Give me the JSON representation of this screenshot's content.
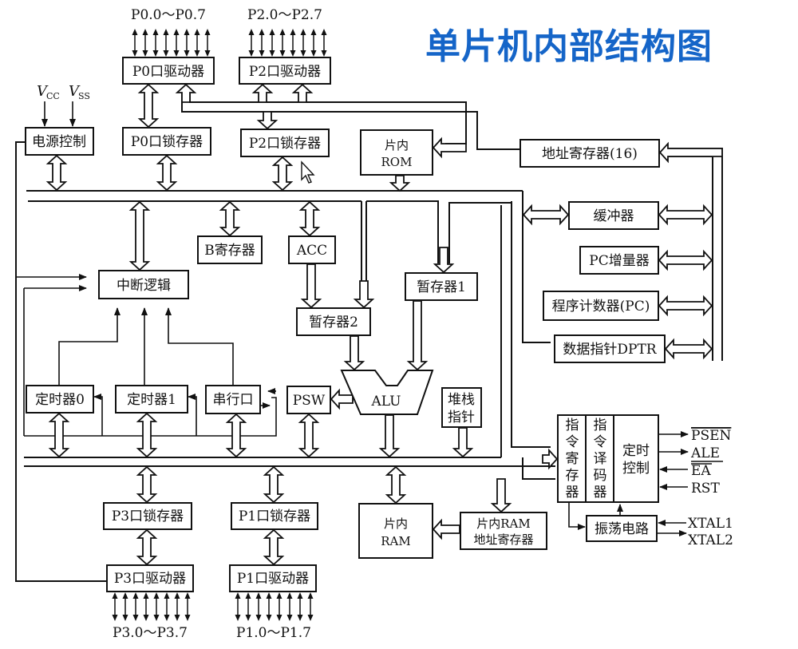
{
  "title": "单片机内部结构图",
  "colors": {
    "title": "#1565c8",
    "line": "#111111",
    "background": "#ffffff"
  },
  "boxes": {
    "p0_driver": "P0口驱动器",
    "p2_driver": "P2口驱动器",
    "p0_latch": "P0口锁存器",
    "p2_latch": "P2口锁存器",
    "power_ctrl": "电源控制",
    "rom": [
      "片内",
      "ROM"
    ],
    "addr_reg": "地址寄存器(16)",
    "buffer": "缓冲器",
    "pc_inc": "PC增量器",
    "pc": "程序计数器(PC)",
    "dptr": "数据指针DPTR",
    "b_reg": "B寄存器",
    "acc": "ACC",
    "tmp1": "暂存器1",
    "tmp2": "暂存器2",
    "int_logic": "中断逻辑",
    "timer0": "定时器0",
    "timer1": "定时器1",
    "serial": "串行口",
    "psw": "PSW",
    "alu": "ALU",
    "sp": [
      "堆栈",
      "指针"
    ],
    "ir": [
      "指",
      "令",
      "寄",
      "存",
      "器"
    ],
    "id": [
      "指",
      "令",
      "译",
      "码",
      "器"
    ],
    "timing": [
      "定时",
      "控制"
    ],
    "osc": "振荡电路",
    "p3_latch": "P3口锁存器",
    "p1_latch": "P1口锁存器",
    "p3_driver": "P3口驱动器",
    "p1_driver": "P1口驱动器",
    "ram": [
      "片内",
      "RAM"
    ],
    "ram_addr": [
      "片内RAM",
      "地址寄存器"
    ]
  },
  "pins": {
    "p0": "P0.0～P0.7",
    "p2": "P2.0～P2.7",
    "p3": "P3.0～P3.7",
    "p1": "P1.0～P1.7",
    "vcc": "V",
    "vcc_sub": "CC",
    "vss": "V",
    "vss_sub": "SS",
    "psen": "PSEN",
    "ale": "ALE",
    "ea": "EA",
    "rst": "RST",
    "xtal1": "XTAL1",
    "xtal2": "XTAL2"
  }
}
